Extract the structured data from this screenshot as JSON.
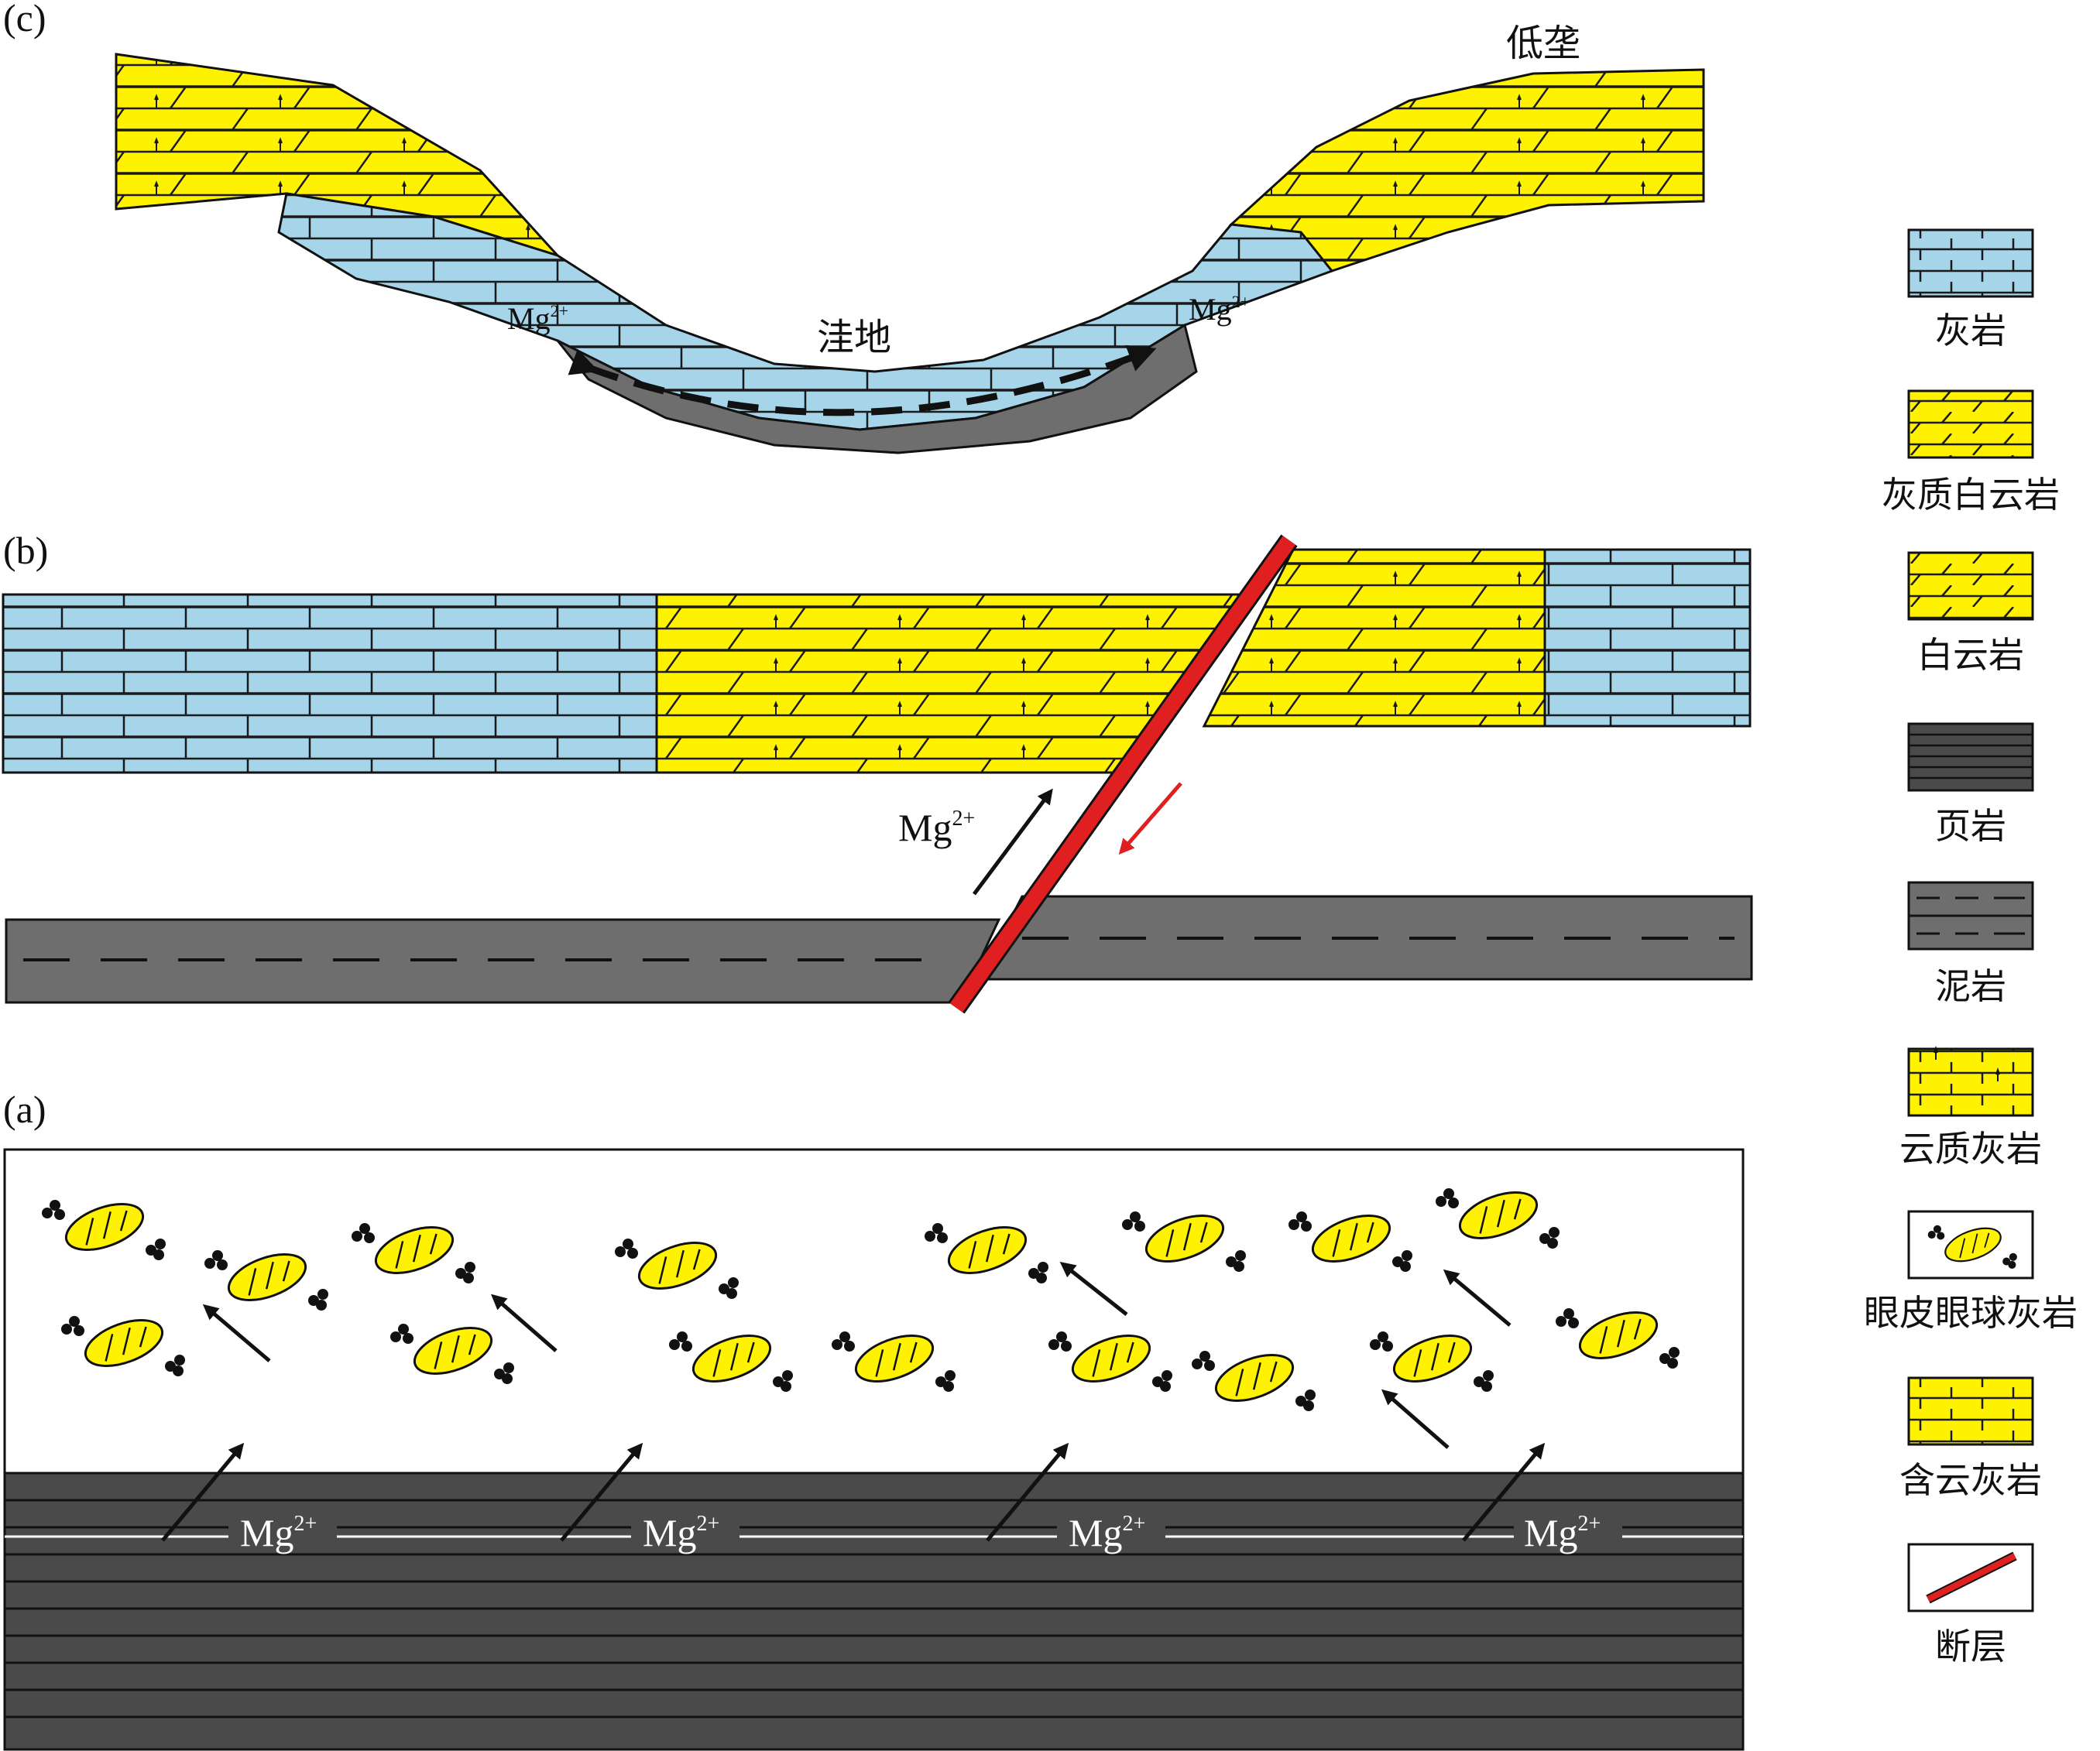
{
  "panels": {
    "c": {
      "label": "(c)",
      "place_high": "低垄",
      "place_low": "洼地",
      "mg_left": "Mg",
      "mg_right": "Mg",
      "mg_charge": "2+"
    },
    "b": {
      "label": "(b)",
      "mg": "Mg",
      "mg_charge": "2+"
    },
    "a": {
      "label": "(a)",
      "mg": [
        "Mg",
        "Mg",
        "Mg",
        "Mg"
      ],
      "mg_charge": "2+"
    }
  },
  "legend": [
    {
      "key": "limestone",
      "label": "灰岩"
    },
    {
      "key": "lime-dolomite",
      "label": "灰质白云岩"
    },
    {
      "key": "dolomite",
      "label": "白云岩"
    },
    {
      "key": "shale",
      "label": "页岩"
    },
    {
      "key": "mudstone",
      "label": "泥岩"
    },
    {
      "key": "dolomitic-limestone",
      "label": "云质灰岩"
    },
    {
      "key": "eyelid-eyeball-limestone",
      "label": "眼皮眼球灰岩"
    },
    {
      "key": "dolomite-bearing-limestone",
      "label": "含云灰岩"
    },
    {
      "key": "fault",
      "label": "断层"
    }
  ],
  "colors": {
    "limestone": "#a6d5ea",
    "dolomite": "#fff200",
    "shale": "#4a4a4a",
    "mudstone": "#6e6e6e",
    "fault": "#e02020",
    "arrow": "#111111",
    "fault_arrow": "#e02020"
  }
}
